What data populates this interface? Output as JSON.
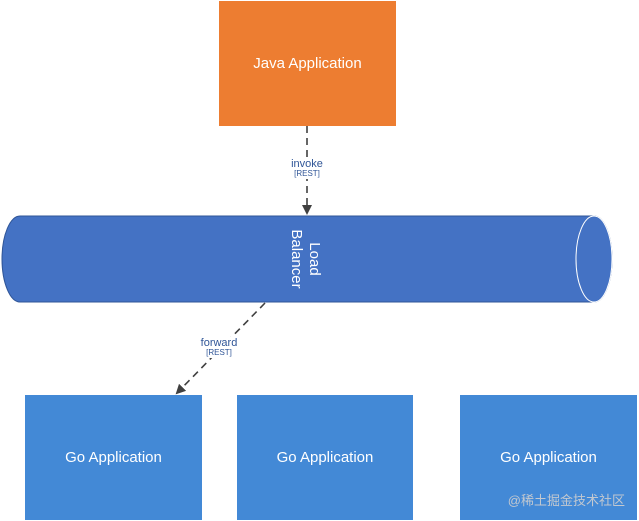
{
  "nodes": {
    "java_app": "Java Application",
    "load_balancer": [
      "Load",
      "Balancer"
    ],
    "go_apps": [
      "Go Application",
      "Go Application",
      "Go Application"
    ]
  },
  "edges": {
    "invoke": {
      "label": "invoke",
      "protocol": "[REST]"
    },
    "forward": {
      "label": "forward",
      "protocol": "[REST]"
    }
  },
  "watermark": "@稀土掘金技术社区",
  "colors": {
    "java_box": "#ED7D31",
    "go_box": "#4389D6",
    "load_balancer": "#4472C4",
    "edge_label": "#2F5597"
  }
}
